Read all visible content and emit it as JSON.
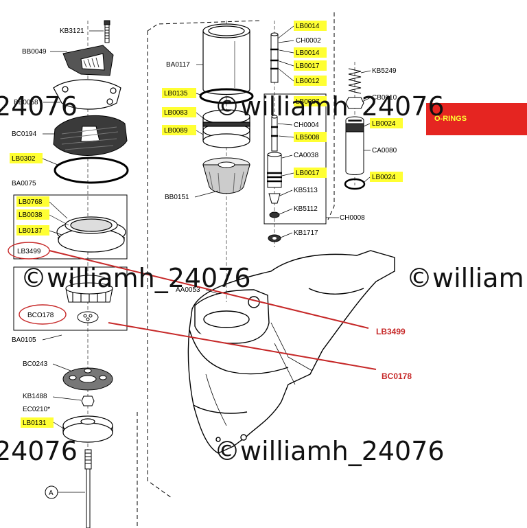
{
  "labels": {
    "KB3121": "KB3121",
    "BB0049": "BB0049",
    "BB0058": "BB0058",
    "BC0194": "BC0194",
    "LB0302": "LB0302",
    "BA0075": "BA0075",
    "LB0768": "LB0768",
    "LB0038": "LB0038",
    "LB0137": "LB0137",
    "LB3499": "LB3499",
    "BCO178": "BCO178",
    "BA0105": "BA0105",
    "BC0243": "BC0243",
    "KB1488": "KB1488",
    "EC0210": "EC0210*",
    "LB0131": "LB0131",
    "A": "A",
    "BA0117": "BA0117",
    "LB0135": "LB0135",
    "LB0083": "LB0083",
    "LB0089": "LB0089",
    "BB0151": "BB0151",
    "AA0053": "AA0053",
    "LB0014a": "LB0014",
    "CH0002": "CH0002",
    "LB0014b": "LB0014",
    "LB0017a": "LB0017",
    "LB0012": "LB0012",
    "LB0007": "LB0007",
    "CH0004": "CH0004",
    "LB5008": "LB5008",
    "CA0038": "CA0038",
    "LB0017b": "LB0017",
    "KB5113": "KB5113",
    "KB5112": "KB5112",
    "CH0008": "CH0008",
    "KB1717": "KB1717",
    "KB5249": "KB5249",
    "CB0010": "CB0010",
    "LB0024a": "LB0024",
    "CA0080": "CA0080",
    "LB0024b": "LB0024"
  },
  "callouts": {
    "LB3499": "LB3499",
    "BC0178": "BC0178"
  },
  "legend": {
    "o_rings": "O-RINGS"
  },
  "watermarks": {
    "w1": "24076",
    "w2": "©williamh_24076",
    "w3": "©williamh_24076",
    "w4": "©william",
    "w5": "24076",
    "w6": "©williamh_24076"
  },
  "colors": {
    "highlight": "#ffff33",
    "callout_red": "#c62828",
    "legend_bg": "#e52521"
  }
}
